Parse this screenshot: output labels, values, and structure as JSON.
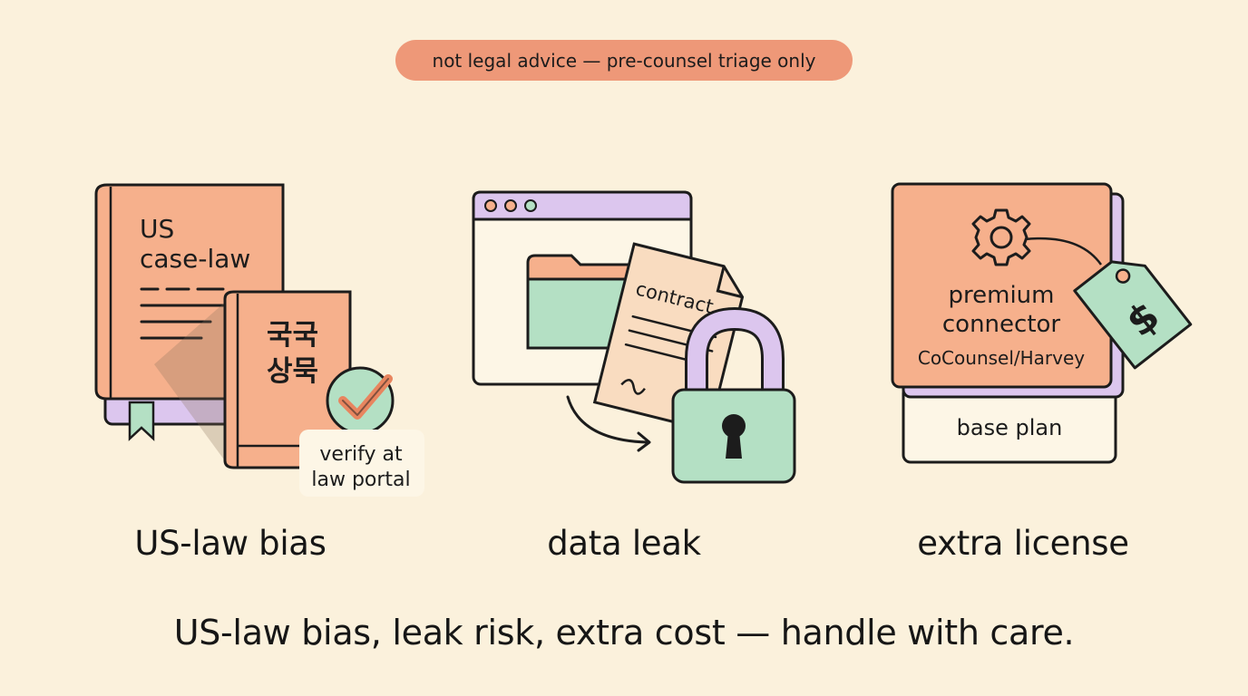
{
  "disclaimer": "not legal advice — pre-counsel triage only",
  "panels": [
    {
      "id": "us-law",
      "caption": "US-law bias",
      "book_title_line1": "US",
      "book_title_line2": "case-law",
      "korean_line1": "국국",
      "korean_line2": "상묵",
      "verify_line1": "verify at",
      "verify_line2": "law portal"
    },
    {
      "id": "data-leak",
      "caption": "data leak",
      "document_label": "contract"
    },
    {
      "id": "license",
      "caption": "extra license",
      "premium_line1": "premium",
      "premium_line2": "connector",
      "premium_products": "CoCounsel/Harvey",
      "base_label": "base plan",
      "price_symbol": "$"
    }
  ],
  "footer": "US-law bias, leak risk, extra cost — handle with care.",
  "colors": {
    "background": "#fbf1dc",
    "peach": "#f6b08c",
    "lavender": "#dcc6ee",
    "mint": "#b4e0c4",
    "paper": "#f9dcc0",
    "outline": "#1c1c1c",
    "pill": "#ee9878"
  }
}
